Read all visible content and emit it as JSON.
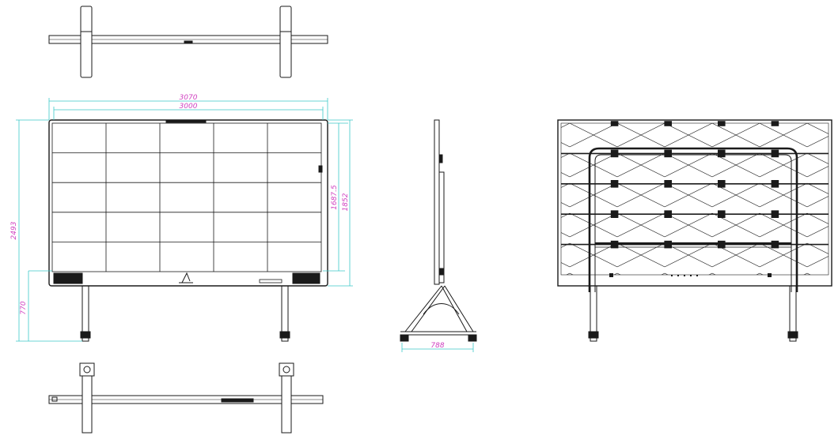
{
  "dimensions": {
    "overall_width": "3070",
    "screen_width": "3000",
    "overall_height": "2493",
    "screen_height": "1687.5",
    "panel_height": "1852",
    "floor_clearance": "770",
    "base_depth": "788"
  },
  "colors": {
    "line": "#1a1a1a",
    "dimension_cyan": "#3cc9c9",
    "dimension_magenta": "#d040c0"
  }
}
